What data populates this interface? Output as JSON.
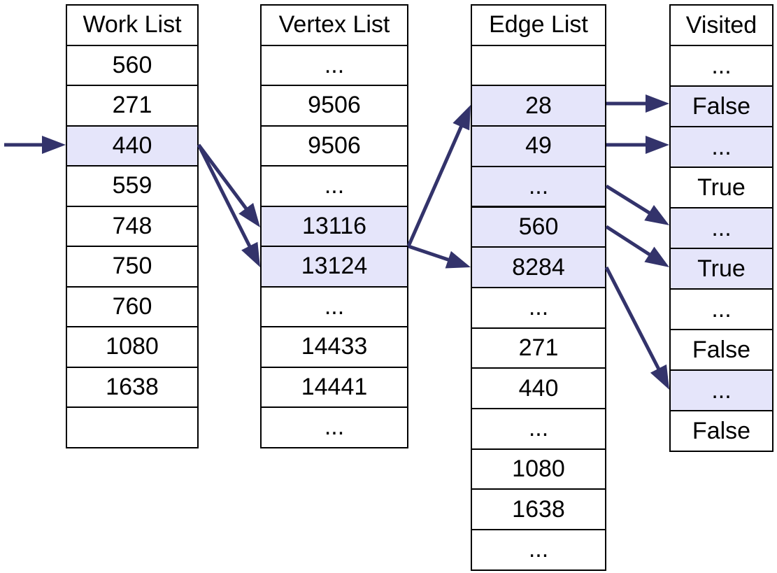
{
  "colors": {
    "highlight": "#e5e5fa",
    "arrow": "#33336b",
    "border": "#000000"
  },
  "columns": [
    {
      "id": "work",
      "header": "Work List",
      "cells": [
        {
          "text": "560",
          "hl": false
        },
        {
          "text": "271",
          "hl": false
        },
        {
          "text": "440",
          "hl": true
        },
        {
          "text": "559",
          "hl": false
        },
        {
          "text": "748",
          "hl": false
        },
        {
          "text": "750",
          "hl": false
        },
        {
          "text": "760",
          "hl": false
        },
        {
          "text": "1080",
          "hl": false
        },
        {
          "text": "1638",
          "hl": false
        },
        {
          "text": "",
          "hl": false
        }
      ]
    },
    {
      "id": "vertex",
      "header": "Vertex List",
      "cells": [
        {
          "text": "...",
          "hl": false
        },
        {
          "text": "9506",
          "hl": false
        },
        {
          "text": "9506",
          "hl": false
        },
        {
          "text": "...",
          "hl": false
        },
        {
          "text": "13116",
          "hl": true
        },
        {
          "text": "13124",
          "hl": true
        },
        {
          "text": "...",
          "hl": false
        },
        {
          "text": "14433",
          "hl": false
        },
        {
          "text": "14441",
          "hl": false
        },
        {
          "text": "...",
          "hl": false
        }
      ]
    },
    {
      "id": "edge",
      "header": "Edge List",
      "cells": [
        {
          "text": "",
          "hl": false
        },
        {
          "text": "28",
          "hl": true
        },
        {
          "text": "49",
          "hl": true
        },
        {
          "text": "...",
          "hl": true
        },
        {
          "text": "560",
          "hl": true
        },
        {
          "text": "8284",
          "hl": true
        },
        {
          "text": "...",
          "hl": false
        },
        {
          "text": "271",
          "hl": false
        },
        {
          "text": "440",
          "hl": false
        },
        {
          "text": "...",
          "hl": false
        },
        {
          "text": "1080",
          "hl": false
        },
        {
          "text": "1638",
          "hl": false
        },
        {
          "text": "...",
          "hl": false
        }
      ]
    },
    {
      "id": "visited",
      "header": "Visited",
      "cells": [
        {
          "text": "...",
          "hl": false
        },
        {
          "text": "False",
          "hl": true
        },
        {
          "text": "...",
          "hl": true
        },
        {
          "text": "True",
          "hl": false
        },
        {
          "text": "...",
          "hl": true
        },
        {
          "text": "True",
          "hl": true
        },
        {
          "text": "...",
          "hl": false
        },
        {
          "text": "False",
          "hl": false
        },
        {
          "text": "...",
          "hl": true
        },
        {
          "text": "False",
          "hl": false
        }
      ]
    }
  ]
}
